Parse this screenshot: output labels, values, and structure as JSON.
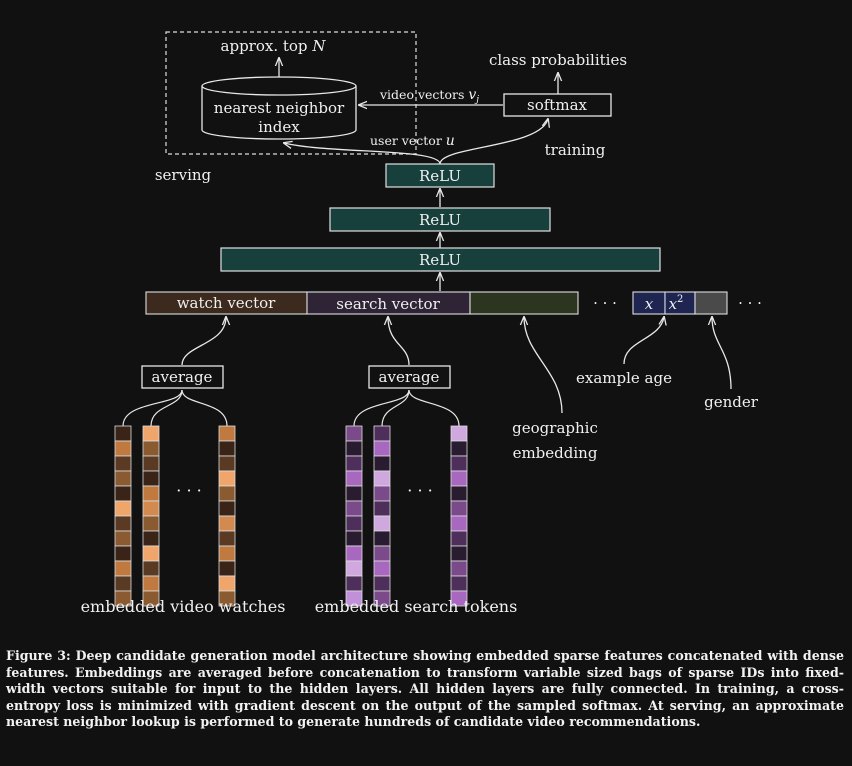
{
  "labels": {
    "approx_top": "approx. top",
    "approx_top_var": "N",
    "class_probabilities": "class probabilities",
    "nn_index_line1": "nearest neighbor",
    "nn_index_line2": "index",
    "video_vectors": "video vectors",
    "video_vectors_var": "v",
    "video_vectors_sub": "j",
    "softmax": "softmax",
    "user_vector": "user vector",
    "user_vector_var": "u",
    "training": "training",
    "serving": "serving",
    "relu_top": "ReLU",
    "relu_mid": "ReLU",
    "relu_bottom": "ReLU",
    "watch_vector": "watch vector",
    "search_vector": "search vector",
    "ellipsis": "· · ·",
    "x": "x",
    "x2": "x",
    "x2_exp": "2",
    "average_watch": "average",
    "average_search": "average",
    "example_age": "example age",
    "gender": "gender",
    "geographic_line1": "geographic",
    "geographic_line2": "embedding",
    "embedded_video_watches": "embedded video watches",
    "embedded_search_tokens": "embedded search tokens"
  },
  "caption": {
    "figure": "Figure 3:",
    "text": "Deep candidate generation model architecture showing embedded sparse features concatenated with dense features. Embeddings are averaged before concatenation to transform variable sized bags of sparse IDs into fixed-width vectors suitable for input to the hidden layers. All hidden layers are fully connected. In training, a cross-entropy loss is minimized with gradient descent on the output of the sampled softmax. At serving, an approximate nearest neighbor lookup is performed to generate hundreds of candidate video recommendations."
  },
  "colors": {
    "relu_fill": "#173f3c",
    "watch_fill": "#3b2a1d",
    "search_fill": "#2f2336",
    "geo_fill": "#2c3520",
    "age_fill": "#1d2550",
    "gender_fill": "#4a4a4a",
    "watch_palette": [
      "#3a2418",
      "#5a3a22",
      "#8a5a30",
      "#c07a40",
      "#f0a66a",
      "#d28a50"
    ],
    "search_palette": [
      "#2a1c30",
      "#4e2e5a",
      "#7a4a8a",
      "#a868c0",
      "#d0a8e0",
      "#c090d8"
    ]
  },
  "embedding_columns": {
    "watch": [
      [
        0,
        3,
        1,
        2,
        0,
        4,
        1,
        2,
        0,
        3,
        1,
        2
      ],
      [
        4,
        2,
        1,
        0,
        3,
        5,
        2,
        0,
        4,
        1,
        3,
        2
      ],
      [
        3,
        0,
        1,
        4,
        2,
        0,
        5,
        1,
        3,
        0,
        4,
        2
      ]
    ],
    "search": [
      [
        2,
        0,
        1,
        3,
        0,
        2,
        1,
        0,
        3,
        4,
        1,
        5
      ],
      [
        1,
        3,
        0,
        4,
        2,
        1,
        4,
        0,
        2,
        3,
        1,
        2
      ],
      [
        4,
        0,
        1,
        3,
        0,
        2,
        3,
        1,
        0,
        2,
        1,
        3
      ]
    ]
  }
}
